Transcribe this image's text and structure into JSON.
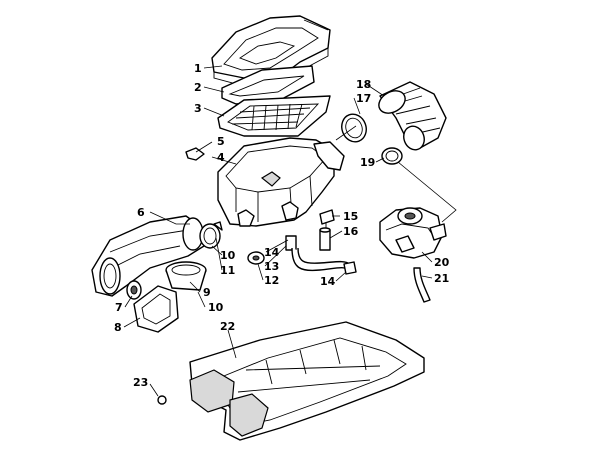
{
  "callouts": [
    {
      "id": "c1",
      "label": "1"
    },
    {
      "id": "c2",
      "label": "2"
    },
    {
      "id": "c3",
      "label": "3"
    },
    {
      "id": "c4",
      "label": "4"
    },
    {
      "id": "c5",
      "label": "5"
    },
    {
      "id": "c6",
      "label": "6"
    },
    {
      "id": "c7",
      "label": "7"
    },
    {
      "id": "c8",
      "label": "8"
    },
    {
      "id": "c9",
      "label": "9"
    },
    {
      "id": "c10a",
      "label": "10"
    },
    {
      "id": "c10b",
      "label": "10"
    },
    {
      "id": "c11",
      "label": "11"
    },
    {
      "id": "c12",
      "label": "12"
    },
    {
      "id": "c13",
      "label": "13"
    },
    {
      "id": "c14a",
      "label": "14"
    },
    {
      "id": "c14b",
      "label": "14"
    },
    {
      "id": "c15",
      "label": "15"
    },
    {
      "id": "c16",
      "label": "16"
    },
    {
      "id": "c17",
      "label": "17"
    },
    {
      "id": "c18",
      "label": "18"
    },
    {
      "id": "c19",
      "label": "19"
    },
    {
      "id": "c20",
      "label": "20"
    },
    {
      "id": "c21",
      "label": "21"
    },
    {
      "id": "c22",
      "label": "22"
    },
    {
      "id": "c23",
      "label": "23"
    }
  ]
}
